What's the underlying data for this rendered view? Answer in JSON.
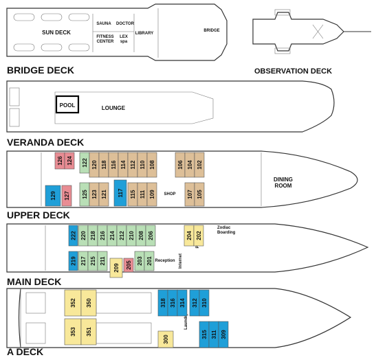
{
  "decks": {
    "bridge": {
      "title": "BRIDGE DECK",
      "rooms": {
        "sun_deck": "SUN DECK",
        "sauna": "SAUNA",
        "doctor": "DOCTOR",
        "fitness_line1": "FITNESS",
        "fitness_line2": "CENTER",
        "lex_line1": "LEX",
        "lex_line2": "spa",
        "library": "LIBRARY",
        "bridge": "BRIDGE"
      }
    },
    "observation": {
      "title": "OBSERVATION DECK"
    },
    "veranda": {
      "title": "VERANDA DECK",
      "rooms": {
        "pool": "POOL",
        "lounge": "LOUNGE"
      }
    },
    "upper": {
      "title": "UPPER DECK",
      "rooms": {
        "shop": "SHOP",
        "dining_line1": "DINING",
        "dining_line2": "ROOM"
      },
      "cabins": [
        {
          "num": "126",
          "cat": "pink"
        },
        {
          "num": "124",
          "cat": "pink"
        },
        {
          "num": "122",
          "cat": "green"
        },
        {
          "num": "120",
          "cat": "tan"
        },
        {
          "num": "118",
          "cat": "tan"
        },
        {
          "num": "116",
          "cat": "tan"
        },
        {
          "num": "114",
          "cat": "tan"
        },
        {
          "num": "112",
          "cat": "tan"
        },
        {
          "num": "110",
          "cat": "tan"
        },
        {
          "num": "108",
          "cat": "tan"
        },
        {
          "num": "106",
          "cat": "tan"
        },
        {
          "num": "104",
          "cat": "tan"
        },
        {
          "num": "102",
          "cat": "tan"
        },
        {
          "num": "129",
          "cat": "blue"
        },
        {
          "num": "127",
          "cat": "pink"
        },
        {
          "num": "125",
          "cat": "green"
        },
        {
          "num": "123",
          "cat": "tan"
        },
        {
          "num": "121",
          "cat": "tan"
        },
        {
          "num": "117",
          "cat": "blue"
        },
        {
          "num": "115",
          "cat": "tan"
        },
        {
          "num": "111",
          "cat": "tan"
        },
        {
          "num": "109",
          "cat": "tan"
        },
        {
          "num": "107",
          "cat": "tan"
        },
        {
          "num": "105",
          "cat": "tan"
        }
      ]
    },
    "main": {
      "title": "MAIN DECK",
      "rooms": {
        "purser": "Purser",
        "zodiac_line1": "Zodiac",
        "zodiac_line2": "Boarding",
        "reception": "Reception",
        "internet": "Internet"
      },
      "cabins": [
        {
          "num": "222",
          "cat": "blue"
        },
        {
          "num": "220",
          "cat": "green"
        },
        {
          "num": "218",
          "cat": "green"
        },
        {
          "num": "216",
          "cat": "green"
        },
        {
          "num": "214",
          "cat": "green"
        },
        {
          "num": "212",
          "cat": "green"
        },
        {
          "num": "210",
          "cat": "green"
        },
        {
          "num": "208",
          "cat": "green"
        },
        {
          "num": "206",
          "cat": "green"
        },
        {
          "num": "204",
          "cat": "yellow"
        },
        {
          "num": "202",
          "cat": "yellow"
        },
        {
          "num": "219",
          "cat": "blue"
        },
        {
          "num": "217",
          "cat": "green"
        },
        {
          "num": "215",
          "cat": "green"
        },
        {
          "num": "211",
          "cat": "green"
        },
        {
          "num": "209",
          "cat": "yellow"
        },
        {
          "num": "205",
          "cat": "pink"
        },
        {
          "num": "203",
          "cat": "green"
        },
        {
          "num": "201",
          "cat": "green"
        }
      ]
    },
    "a": {
      "title": "A DECK",
      "rooms": {
        "laundry": "Laundry"
      },
      "cabins": [
        {
          "num": "352",
          "cat": "yellow"
        },
        {
          "num": "350",
          "cat": "yellow"
        },
        {
          "num": "353",
          "cat": "yellow"
        },
        {
          "num": "351",
          "cat": "yellow"
        },
        {
          "num": "318",
          "cat": "blue"
        },
        {
          "num": "316",
          "cat": "blue"
        },
        {
          "num": "314",
          "cat": "blue"
        },
        {
          "num": "312",
          "cat": "blue"
        },
        {
          "num": "310",
          "cat": "blue"
        },
        {
          "num": "300",
          "cat": "yellow"
        },
        {
          "num": "315",
          "cat": "blue"
        },
        {
          "num": "311",
          "cat": "blue"
        },
        {
          "num": "309",
          "cat": "blue"
        }
      ]
    }
  },
  "colors": {
    "pink": "#e88c93",
    "green": "#b9dfb6",
    "tan": "#ddbf98",
    "blue": "#1f9fd8",
    "yellow": "#f8e89a",
    "light_blue": "#9fd0ec"
  }
}
